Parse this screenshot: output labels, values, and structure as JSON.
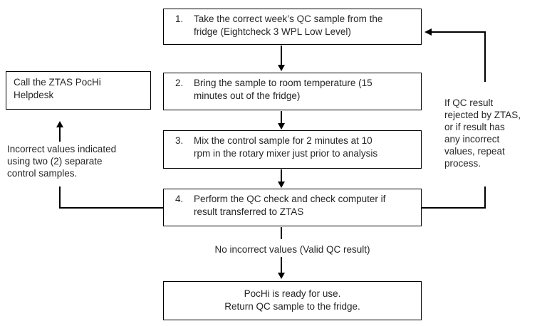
{
  "diagram": {
    "steps": [
      {
        "num": "1.",
        "lines": [
          "Take the correct week’s QC sample from the",
          "fridge (Eightcheck 3 WPL Low Level)"
        ]
      },
      {
        "num": "2.",
        "lines": [
          "Bring the sample to room temperature (15",
          "minutes out of the fridge)"
        ]
      },
      {
        "num": "3.",
        "lines": [
          "Mix the control sample for 2 minutes at 10",
          "rpm in the rotary mixer just prior to analysis"
        ]
      },
      {
        "num": "4.",
        "lines": [
          "Perform the QC check and check computer if",
          "result transferred to ZTAS"
        ]
      }
    ],
    "helpdesk_box": {
      "lines": [
        "Call the ZTAS PocHi",
        "Helpdesk"
      ]
    },
    "final_box": {
      "lines": [
        "PocHi is ready for use.",
        "Return QC sample to the fridge."
      ]
    },
    "valid_result_label": "No incorrect values (Valid QC result)",
    "incorrect_values_label": {
      "lines": [
        "Incorrect values indicated",
        "using two (2) separate",
        "control samples."
      ]
    },
    "repeat_process_label": {
      "lines": [
        "If QC result",
        "rejected by ZTAS,",
        "or if result has",
        "any incorrect",
        "values, repeat",
        "process."
      ]
    }
  },
  "colors": {
    "background": "#ffffff",
    "line": "#000000",
    "box_border": "#000000",
    "text": "#262626"
  }
}
